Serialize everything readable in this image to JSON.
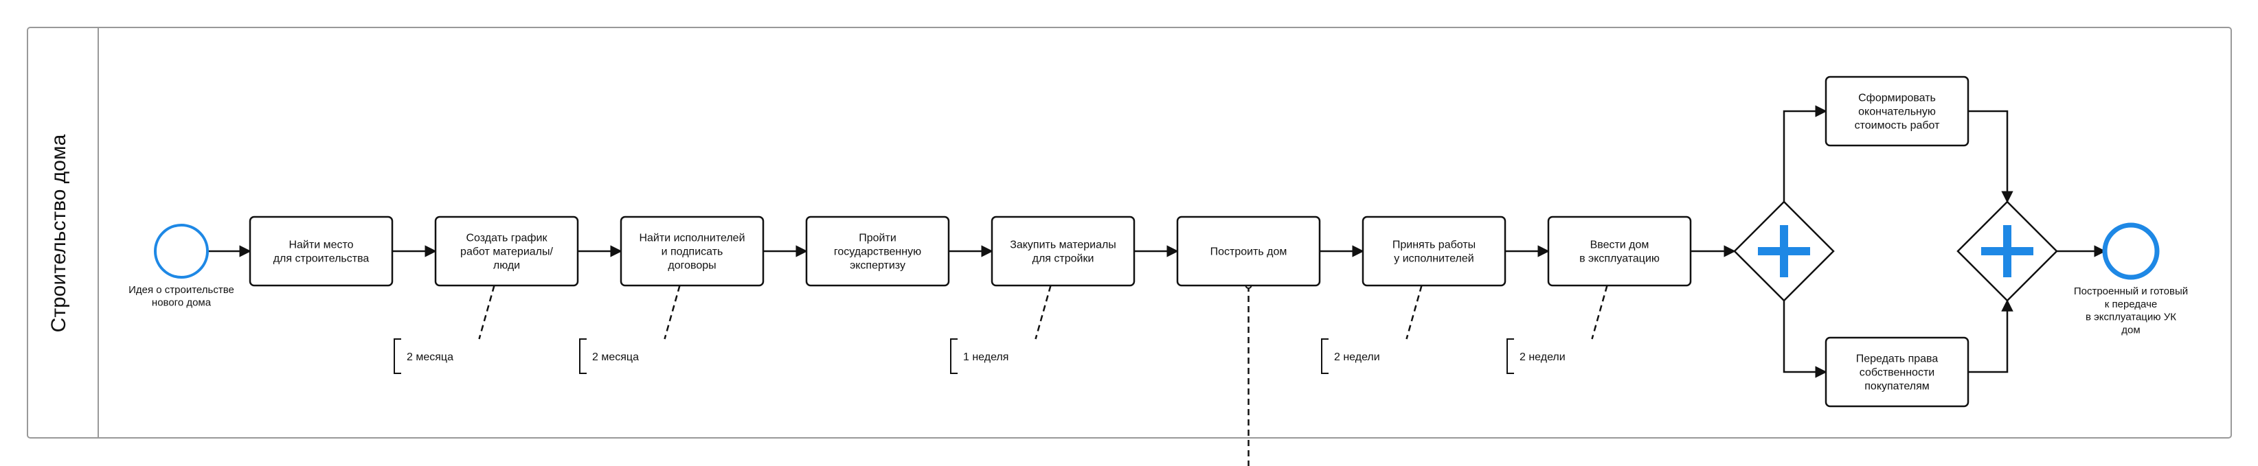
{
  "pool": {
    "title": "Строительство дома"
  },
  "start_event": {
    "lines": [
      "Идея о строительстве",
      "нового дома"
    ]
  },
  "tasks": [
    {
      "id": "t1",
      "lines": [
        "Найти место",
        "для строительства"
      ]
    },
    {
      "id": "t2",
      "lines": [
        "Создать график",
        "работ материалы/",
        "люди"
      ]
    },
    {
      "id": "t3",
      "lines": [
        "Найти исполнителей",
        "и подписать",
        "договоры"
      ]
    },
    {
      "id": "t4",
      "lines": [
        "Пройти",
        "государственную",
        "экспертизу"
      ]
    },
    {
      "id": "t5",
      "lines": [
        "Закупить материалы",
        "для стройки"
      ]
    },
    {
      "id": "t6",
      "lines": [
        "Построить дом"
      ]
    },
    {
      "id": "t7",
      "lines": [
        "Принять работы",
        "у исполнителей"
      ]
    },
    {
      "id": "t8",
      "lines": [
        "Ввести дом",
        "в эксплуатацию"
      ]
    },
    {
      "id": "t9",
      "lines": [
        "Сформировать",
        "окончательную",
        "стоимость работ"
      ]
    },
    {
      "id": "t10",
      "lines": [
        "Передать права",
        "собственности",
        "покупателям"
      ]
    }
  ],
  "annotations": [
    {
      "task": "t2",
      "text": "2 месяца"
    },
    {
      "task": "t3",
      "text": "2 месяца"
    },
    {
      "task": "t5",
      "text": "1 неделя"
    },
    {
      "task": "t7",
      "text": "2 недели"
    },
    {
      "task": "t8",
      "text": "2 недели"
    }
  ],
  "gateways": [
    {
      "id": "g1",
      "type": "parallel-split"
    },
    {
      "id": "g2",
      "type": "parallel-join"
    }
  ],
  "end_event": {
    "lines": [
      "Построенный и готовый",
      "к передаче",
      "в эксплуатацию УК",
      "дом"
    ]
  },
  "colors": {
    "event_stroke": "#1e88e5",
    "gateway_plus": "#1e88e5",
    "line": "#111111",
    "pool_border": "#999999"
  }
}
